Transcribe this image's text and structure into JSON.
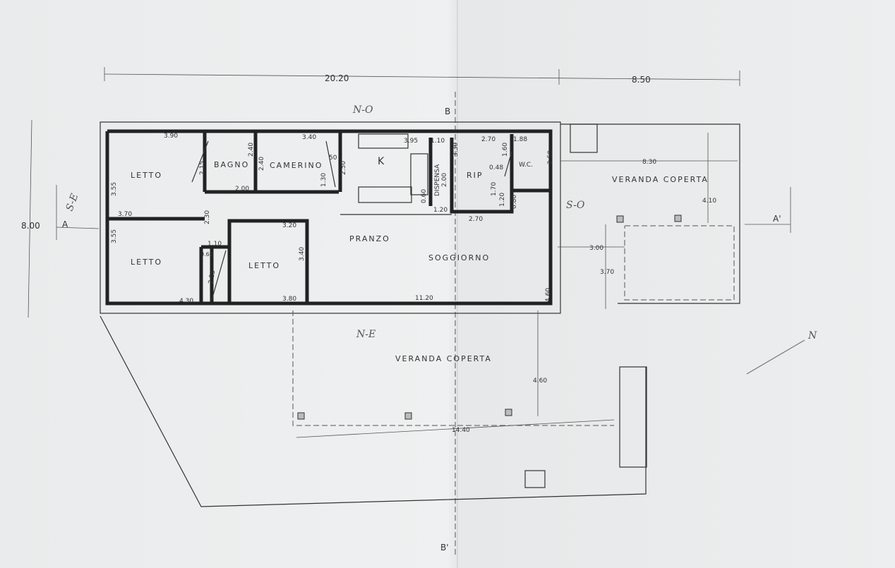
{
  "rooms": {
    "letto_1": "LETTO",
    "letto_2": "LETTO",
    "letto_3": "LETTO",
    "bagno": "BAGNO",
    "camerino": "CAMERINO",
    "cucina": "K",
    "dispensa": "DISPENSA",
    "ripostiglio": "RIP",
    "wc": "W.C.",
    "pranzo": "PRANZO",
    "soggiorno": "SOGGIORNO",
    "veranda_ovest": "VERANDA COPERTA",
    "veranda_nord": "VERANDA COPERTA"
  },
  "orientation": {
    "north_west": "N-O",
    "south_east": "S-E",
    "south_west": "S-O",
    "north_east": "N-E",
    "north_arrow": "N"
  },
  "sections": {
    "a": "A",
    "a_prime": "A'",
    "b": "B",
    "b_prime": "B'"
  },
  "dimensions": {
    "total_width": "20.20",
    "veranda_width": "8.50",
    "total_depth": "8.00",
    "letto1_w": "3.90",
    "letto1_closet": "2.15",
    "bagno_h": "2.40",
    "camerino_h": "2.40",
    "camerino_w": "3.40",
    "camerino_closet_w": "50",
    "camerino_closet_h": "1.30",
    "k_h": "2.50",
    "k_w": "3.95",
    "dispensa_w": "1.10",
    "dispensa_dim": "2.00",
    "dispensa_depth": "0.60",
    "dispensa_bottom": "1.20",
    "rip_h": "3.30",
    "rip_w": "2.70",
    "rip_closet": "1.60",
    "wc_w": "1.88",
    "wc_h": "2.50",
    "rip_small": "0.48",
    "rip_inner": "1.70",
    "wc_passage": "1.20",
    "wc_door": "0.80",
    "rip_bottom": "2.70",
    "bagno_w": "2.00",
    "letto1_h": "3.55",
    "letto1_bottom": "3.70",
    "letto2_h": "3.55",
    "corridor_h": "2.30",
    "corridor_w": "1.10",
    "closet_w": "0.60",
    "closet_h": "2.25",
    "letto3_w": "3.20",
    "letto3_h": "3.40",
    "letto3_bottom": "3.80",
    "letto2_w": "4.30",
    "soggiorno_w": "11.20",
    "soggiorno_h": "4.60",
    "veranda_o_w": "8.30",
    "veranda_o_h": "4.10",
    "veranda_o_step": "3.00",
    "veranda_o_step_h": "3.70",
    "veranda_n_h": "4.60",
    "veranda_n_w": "14.40"
  }
}
